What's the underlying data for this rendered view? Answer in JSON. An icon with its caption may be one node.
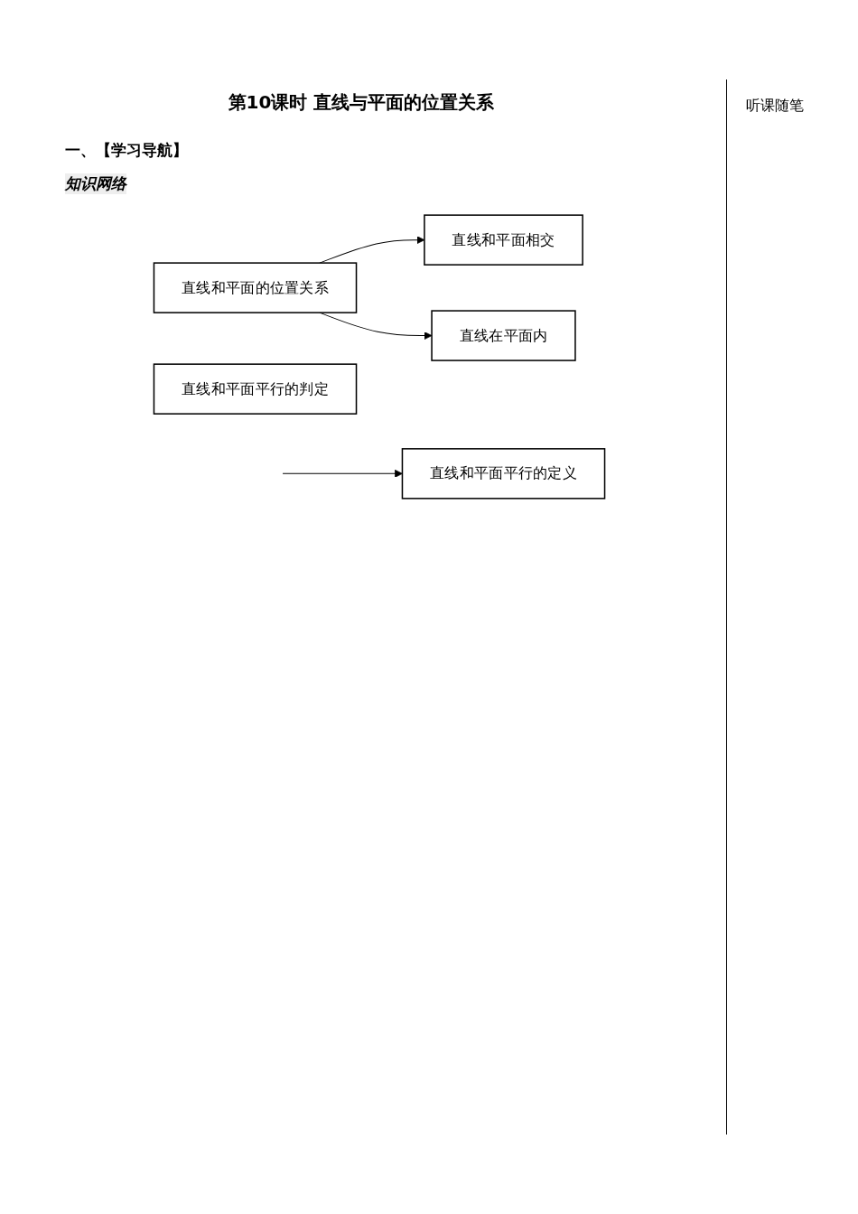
{
  "diagram": {
    "title": "第10课时 直线与平面的位置关系",
    "nodes": [
      {
        "text": [
          "直线和平面的位置关系"
        ]
      },
      {
        "text": [
          "直线和平面相交"
        ]
      },
      {
        "text": [
          "直线在平面内"
        ]
      },
      {
        "text": [
          "直线和平面平行的定义"
        ]
      },
      {
        "text": [
          "直线和平面平行的判定"
        ]
      }
    ],
    "edges": [
      {
        "from": 0,
        "to": 1,
        "arrow": "to"
      },
      {
        "from": 0,
        "to": 2,
        "arrow": "to"
      },
      {
        "from": null,
        "to": 3,
        "arrow": "to"
      }
    ],
    "labels": [
      "一、【学习导航】",
      "知识网络",
      "听课随笔"
    ]
  }
}
